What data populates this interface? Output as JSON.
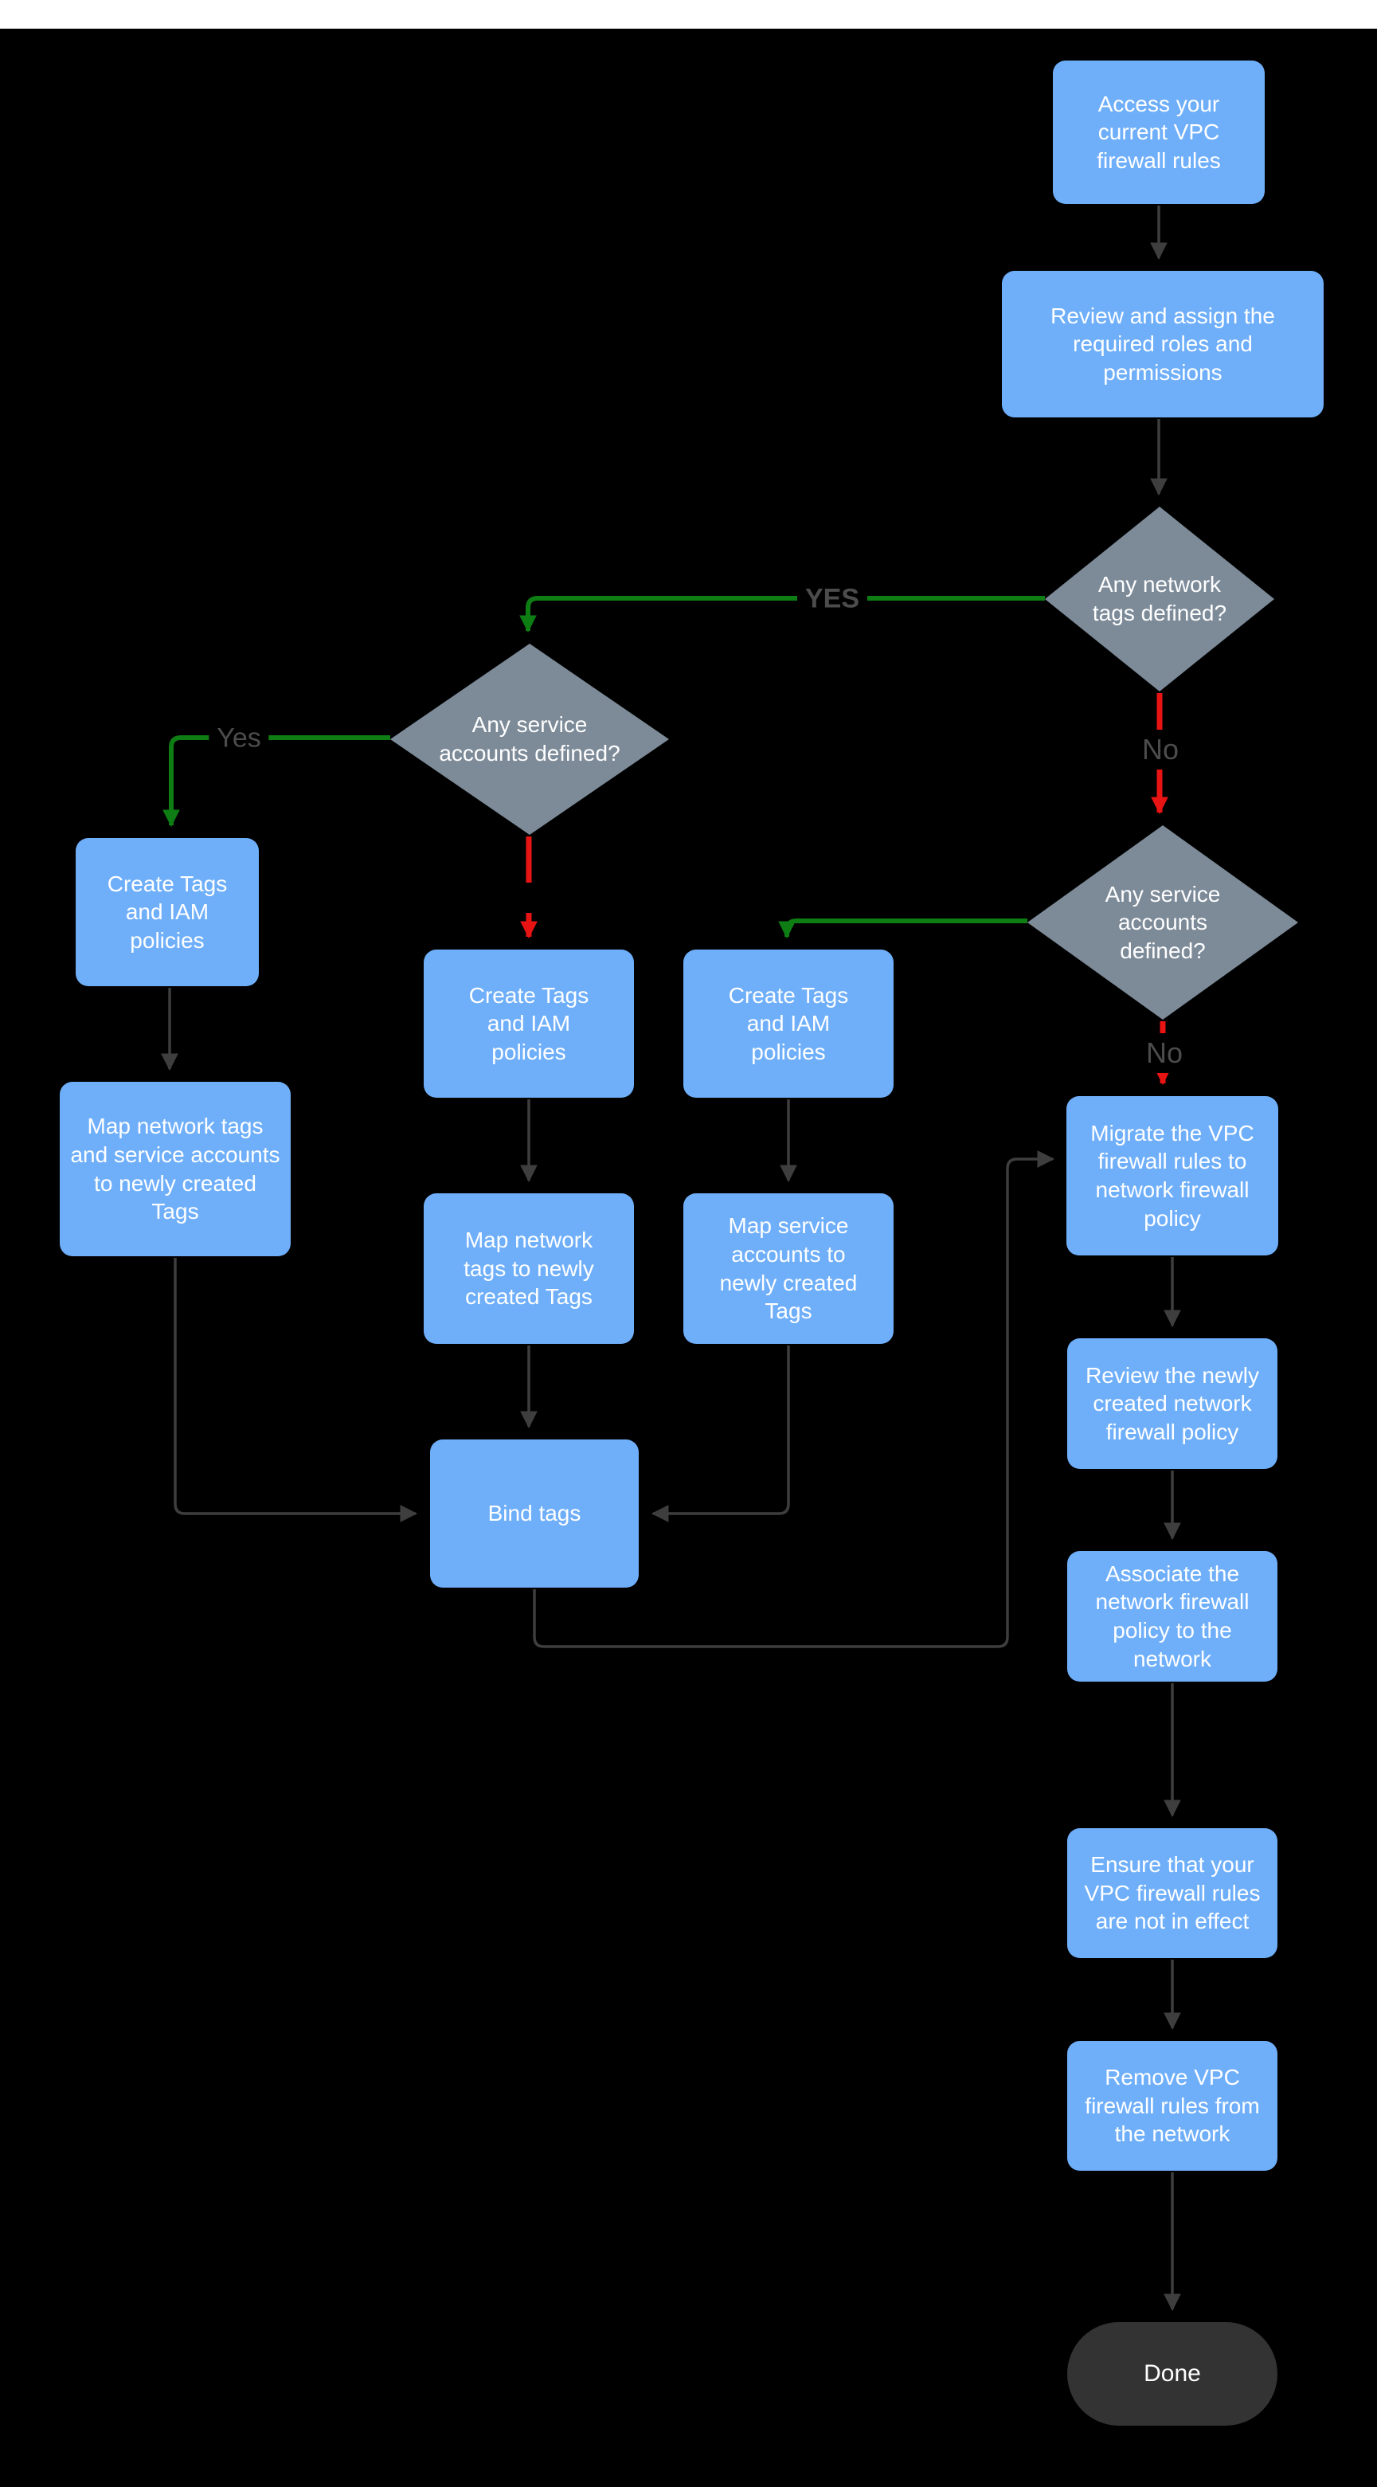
{
  "colors": {
    "background": "#000000",
    "top_margin_bar": "#ffffff",
    "process_fill": "#6FAFFA",
    "decision_fill": "#7D8B99",
    "terminator_fill": "#333333",
    "node_text": "#ffffff",
    "edge_default": "#3E3E3E",
    "edge_yes": "#0E7E14",
    "edge_no": "#E81313",
    "edge_label_text": "#4C4C4C"
  },
  "edge_labels": {
    "yes_upper": "YES",
    "yes_lower": "Yes",
    "no_upper": "No",
    "no_lower": "No"
  },
  "nodes": {
    "access": {
      "type": "process",
      "label": "Access your current VPC firewall rules"
    },
    "review": {
      "type": "process",
      "label": "Review and assign the required roles and permissions"
    },
    "network_tags_defined": {
      "type": "decision",
      "label": "Any network tags defined?"
    },
    "service_accounts_left": {
      "type": "decision",
      "label": "Any service accounts defined?"
    },
    "service_accounts_right": {
      "type": "decision",
      "label": "Any service accounts defined?"
    },
    "create_tags_left": {
      "type": "process",
      "label": "Create Tags and IAM policies"
    },
    "create_tags_mid": {
      "type": "process",
      "label": "Create Tags and IAM policies"
    },
    "create_tags_right": {
      "type": "process",
      "label": "Create Tags and IAM policies"
    },
    "map_all": {
      "type": "process",
      "label": "Map network tags and service accounts to newly created Tags"
    },
    "map_network": {
      "type": "process",
      "label": "Map network tags to newly created Tags"
    },
    "map_service": {
      "type": "process",
      "label": "Map service accounts  to newly created Tags"
    },
    "bind": {
      "type": "process",
      "label": "Bind tags"
    },
    "migrate": {
      "type": "process",
      "label": "Migrate the VPC firewall rules to network firewall policy"
    },
    "review_policy": {
      "type": "process",
      "label": "Review the newly created network firewall policy"
    },
    "associate": {
      "type": "process",
      "label": "Associate the network firewall policy to the network"
    },
    "ensure": {
      "type": "process",
      "label": "Ensure that your VPC firewall rules are not in effect"
    },
    "remove": {
      "type": "process",
      "label": "Remove  VPC firewall rules from the network"
    },
    "done": {
      "type": "terminator",
      "label": "Done"
    }
  }
}
